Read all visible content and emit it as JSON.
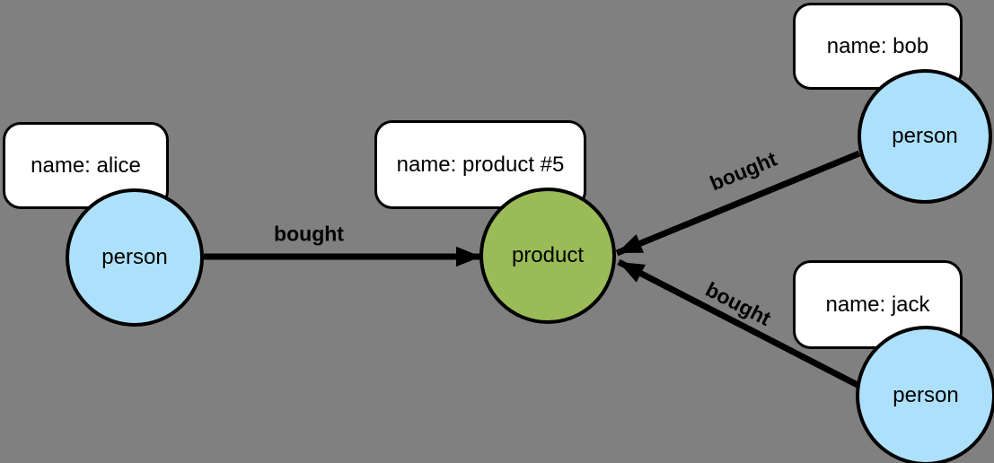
{
  "diagram": {
    "type": "property-graph",
    "background_color": "#808080",
    "person_fill_color": "#ade0fb",
    "product_fill_color": "#9abb58",
    "stroke_color": "#000000",
    "property_box_fill": "#ffffff"
  },
  "nodes": [
    {
      "id": "alice",
      "label": "person",
      "property": "name: alice"
    },
    {
      "id": "product",
      "label": "product",
      "property": "name: product #5"
    },
    {
      "id": "bob",
      "label": "person",
      "property": "name: bob"
    },
    {
      "id": "jack",
      "label": "person",
      "property": "name: jack"
    }
  ],
  "edges": [
    {
      "from": "alice",
      "to": "product",
      "label": "bought"
    },
    {
      "from": "bob",
      "to": "product",
      "label": "bought"
    },
    {
      "from": "jack",
      "to": "product",
      "label": "bought"
    }
  ]
}
